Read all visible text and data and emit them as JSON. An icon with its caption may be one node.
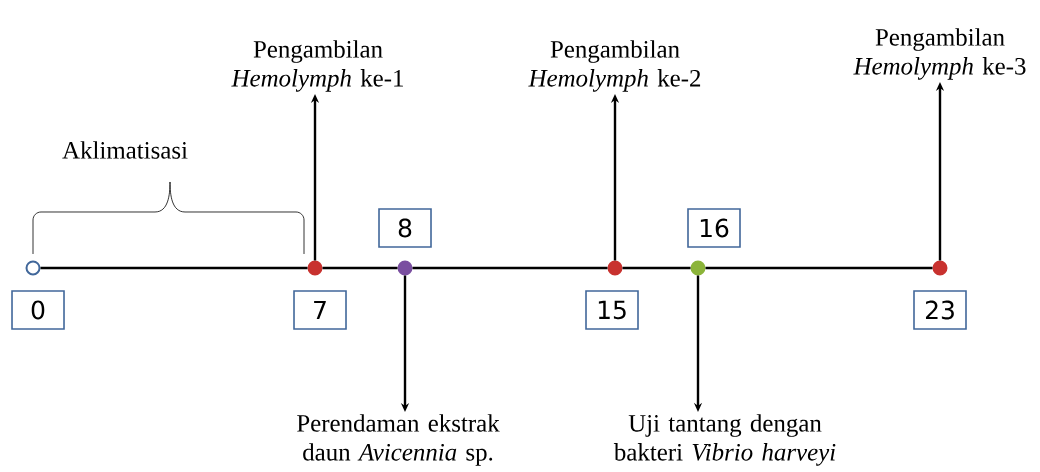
{
  "diagram": {
    "nodes": [
      {
        "text": [
          "Pengambilan *Hemolymph* ke-1"
        ]
      },
      {
        "text": [
          "Pengambilan *Hemolymph* ke-2"
        ]
      },
      {
        "text": [
          "Pengambilan *Hemolymph* ke-3"
        ]
      },
      {
        "text": [],
        "shape": "circle"
      },
      {
        "text": [],
        "shape": "circle"
      },
      {
        "text": [],
        "shape": "circle"
      },
      {
        "text": [],
        "shape": "circle"
      },
      {
        "text": [],
        "shape": "circle"
      },
      {
        "text": [],
        "shape": "circle"
      },
      {
        "text": [
          "0"
        ]
      },
      {
        "text": [
          "7"
        ]
      },
      {
        "text": [
          "8"
        ]
      },
      {
        "text": [
          "15"
        ]
      },
      {
        "text": [
          "16"
        ]
      },
      {
        "text": [
          "23"
        ]
      },
      {
        "text": [
          "Perendaman ekstrak daun *Avicennia* sp."
        ]
      },
      {
        "text": [
          "Uji tantang  dengan  bakteri *Vibrio harveyi*"
        ]
      }
    ],
    "edges": [
      {
        "from": 4,
        "to": 0,
        "arrow": "to"
      },
      {
        "from": 6,
        "to": 1,
        "arrow": "to"
      },
      {
        "from": 8,
        "to": 2,
        "arrow": "to"
      },
      {
        "from": 5,
        "to": 15,
        "arrow": "to"
      },
      {
        "from": 7,
        "to": 16,
        "arrow": "to"
      },
      {
        "from": 3,
        "to": 4,
        "arrow": "none"
      },
      {
        "from": 4,
        "to": 5,
        "arrow": "none"
      },
      {
        "from": 5,
        "to": 6,
        "arrow": "none"
      },
      {
        "from": 6,
        "to": 7,
        "arrow": "none"
      },
      {
        "from": 7,
        "to": 8,
        "arrow": "none"
      }
    ],
    "labels": [
      "Aklimatisasi"
    ]
  }
}
